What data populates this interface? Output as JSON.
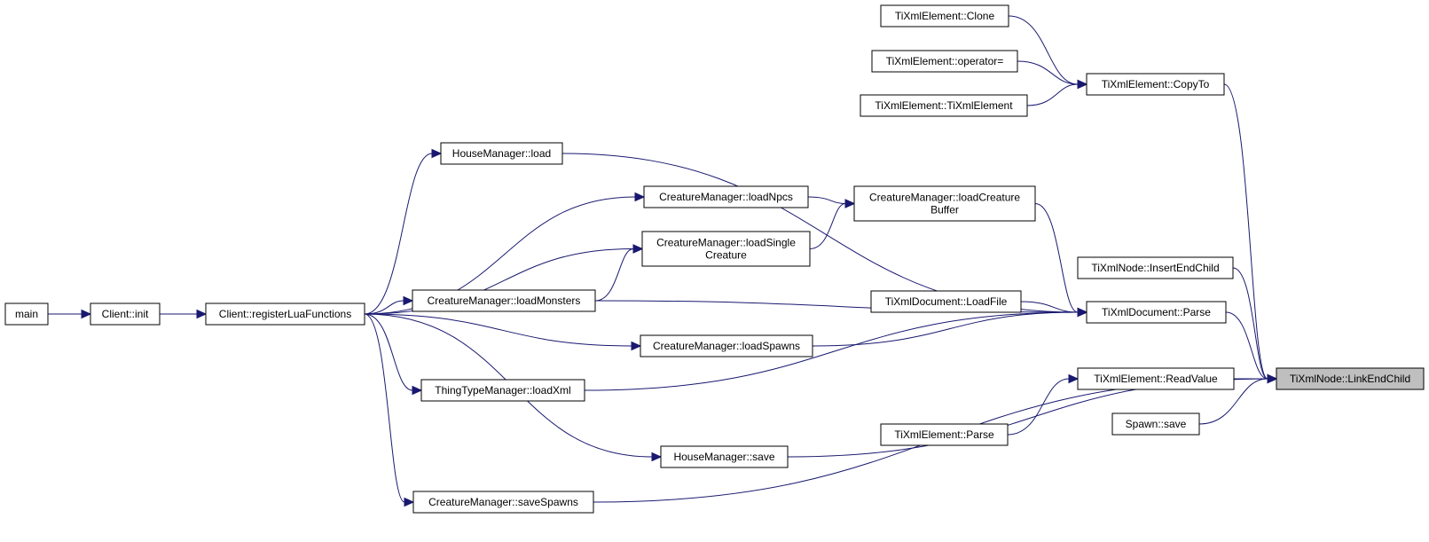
{
  "diagram": {
    "type": "caller-graph",
    "colors": {
      "edge": "#191970",
      "highlight_fill": "#bfbfbf",
      "node_fill": "#ffffff",
      "node_border": "#000000"
    },
    "nodes": [
      {
        "id": "main",
        "label": [
          "main"
        ]
      },
      {
        "id": "client_init",
        "label": [
          "Client::init"
        ]
      },
      {
        "id": "register_lua",
        "label": [
          "Client::registerLuaFunctions"
        ]
      },
      {
        "id": "house_load",
        "label": [
          "HouseManager::load"
        ]
      },
      {
        "id": "cm_load_npcs",
        "label": [
          "CreatureManager::loadNpcs"
        ]
      },
      {
        "id": "cm_load_single",
        "label": [
          "CreatureManager::loadSingle",
          "Creature"
        ]
      },
      {
        "id": "cm_load_monsters",
        "label": [
          "CreatureManager::loadMonsters"
        ]
      },
      {
        "id": "cm_load_spawns",
        "label": [
          "CreatureManager::loadSpawns"
        ]
      },
      {
        "id": "ttm_load_xml",
        "label": [
          "ThingTypeManager::loadXml"
        ]
      },
      {
        "id": "house_save",
        "label": [
          "HouseManager::save"
        ]
      },
      {
        "id": "cm_save_spawns",
        "label": [
          "CreatureManager::saveSpawns"
        ]
      },
      {
        "id": "el_clone",
        "label": [
          "TiXmlElement::Clone"
        ]
      },
      {
        "id": "el_operator",
        "label": [
          "TiXmlElement::operator="
        ]
      },
      {
        "id": "el_ctor",
        "label": [
          "TiXmlElement::TiXmlElement"
        ]
      },
      {
        "id": "el_copyto",
        "label": [
          "TiXmlElement::CopyTo"
        ]
      },
      {
        "id": "cm_load_creature_buffer",
        "label": [
          "CreatureManager::loadCreature",
          "Buffer"
        ]
      },
      {
        "id": "node_insert_end_child",
        "label": [
          "TiXmlNode::InsertEndChild"
        ]
      },
      {
        "id": "doc_load_file",
        "label": [
          "TiXmlDocument::LoadFile"
        ]
      },
      {
        "id": "doc_parse",
        "label": [
          "TiXmlDocument::Parse"
        ]
      },
      {
        "id": "el_read_value",
        "label": [
          "TiXmlElement::ReadValue"
        ]
      },
      {
        "id": "el_parse",
        "label": [
          "TiXmlElement::Parse"
        ]
      },
      {
        "id": "spawn_save",
        "label": [
          "Spawn::save"
        ]
      },
      {
        "id": "node_link_end_child",
        "label": [
          "TiXmlNode::LinkEndChild"
        ],
        "highlight": true
      }
    ],
    "edges": [
      {
        "from": "main",
        "to": "client_init"
      },
      {
        "from": "client_init",
        "to": "register_lua"
      },
      {
        "from": "register_lua",
        "to": "house_load"
      },
      {
        "from": "register_lua",
        "to": "cm_load_npcs"
      },
      {
        "from": "register_lua",
        "to": "cm_load_single"
      },
      {
        "from": "register_lua",
        "to": "cm_load_monsters"
      },
      {
        "from": "register_lua",
        "to": "cm_load_spawns"
      },
      {
        "from": "register_lua",
        "to": "ttm_load_xml"
      },
      {
        "from": "register_lua",
        "to": "house_save"
      },
      {
        "from": "register_lua",
        "to": "cm_save_spawns"
      },
      {
        "from": "cm_load_monsters",
        "to": "cm_load_single"
      },
      {
        "from": "cm_load_npcs",
        "to": "cm_load_creature_buffer"
      },
      {
        "from": "cm_load_single",
        "to": "cm_load_creature_buffer"
      },
      {
        "from": "el_clone",
        "to": "el_copyto"
      },
      {
        "from": "el_operator",
        "to": "el_copyto"
      },
      {
        "from": "el_ctor",
        "to": "el_copyto"
      },
      {
        "from": "house_load",
        "to": "doc_parse"
      },
      {
        "from": "cm_load_creature_buffer",
        "to": "doc_parse"
      },
      {
        "from": "cm_load_monsters",
        "to": "doc_parse"
      },
      {
        "from": "doc_load_file",
        "to": "doc_parse"
      },
      {
        "from": "cm_load_spawns",
        "to": "doc_parse"
      },
      {
        "from": "ttm_load_xml",
        "to": "doc_parse"
      },
      {
        "from": "el_parse",
        "to": "el_read_value"
      },
      {
        "from": "el_copyto",
        "to": "node_link_end_child"
      },
      {
        "from": "node_insert_end_child",
        "to": "node_link_end_child"
      },
      {
        "from": "doc_parse",
        "to": "node_link_end_child"
      },
      {
        "from": "el_read_value",
        "to": "node_link_end_child"
      },
      {
        "from": "spawn_save",
        "to": "node_link_end_child"
      },
      {
        "from": "house_save",
        "to": "node_link_end_child"
      },
      {
        "from": "cm_save_spawns",
        "to": "node_link_end_child"
      }
    ]
  }
}
